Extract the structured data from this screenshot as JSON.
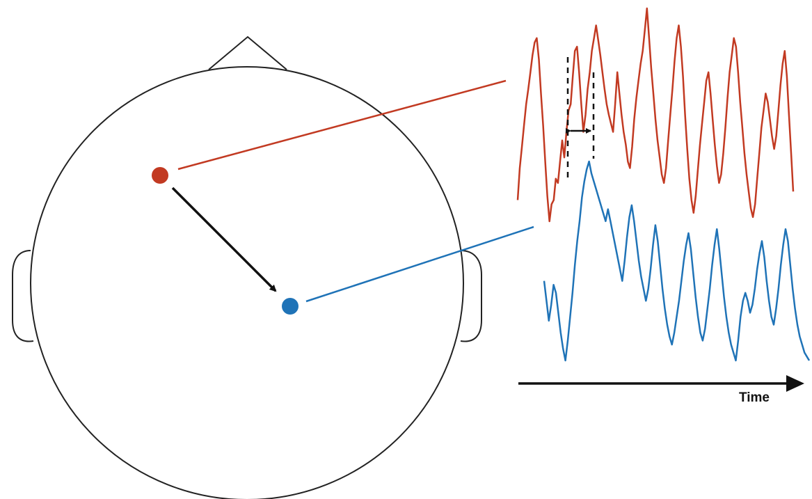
{
  "labels": {
    "time_axis": "Time"
  },
  "colors": {
    "outline": "#222222",
    "source_electrode": "#c23a22",
    "target_electrode": "#1f73b7",
    "arrow": "#111111",
    "background": "#ffffff"
  },
  "signals": {
    "red": [
      0.1,
      0.25,
      0.35,
      0.45,
      0.55,
      0.62,
      0.7,
      0.78,
      0.84,
      0.86,
      0.76,
      0.6,
      0.45,
      0.28,
      0.12,
      0.0,
      0.08,
      0.1,
      0.2,
      0.18,
      0.28,
      0.38,
      0.3,
      0.42,
      0.52,
      0.55,
      0.68,
      0.8,
      0.82,
      0.7,
      0.55,
      0.42,
      0.5,
      0.62,
      0.7,
      0.8,
      0.86,
      0.92,
      0.85,
      0.78,
      0.7,
      0.62,
      0.55,
      0.5,
      0.46,
      0.42,
      0.55,
      0.7,
      0.6,
      0.5,
      0.42,
      0.36,
      0.28,
      0.25,
      0.35,
      0.48,
      0.58,
      0.66,
      0.74,
      0.8,
      0.9,
      1.0,
      0.86,
      0.72,
      0.6,
      0.48,
      0.38,
      0.3,
      0.22,
      0.18,
      0.25,
      0.38,
      0.5,
      0.62,
      0.75,
      0.86,
      0.92,
      0.82,
      0.68,
      0.5,
      0.34,
      0.2,
      0.1,
      0.04,
      0.12,
      0.24,
      0.36,
      0.46,
      0.56,
      0.66,
      0.7,
      0.6,
      0.48,
      0.36,
      0.26,
      0.18,
      0.22,
      0.32,
      0.44,
      0.58,
      0.7,
      0.78,
      0.86,
      0.82,
      0.7,
      0.56,
      0.44,
      0.32,
      0.22,
      0.14,
      0.06,
      0.02,
      0.08,
      0.2,
      0.32,
      0.44,
      0.52,
      0.6,
      0.56,
      0.48,
      0.4,
      0.34,
      0.4,
      0.52,
      0.64,
      0.74,
      0.8,
      0.68,
      0.5,
      0.32,
      0.14
    ],
    "blue": [
      0.4,
      0.3,
      0.2,
      0.28,
      0.38,
      0.34,
      0.24,
      0.14,
      0.06,
      0.0,
      0.1,
      0.22,
      0.34,
      0.48,
      0.6,
      0.7,
      0.82,
      0.9,
      0.96,
      1.0,
      0.94,
      0.9,
      0.86,
      0.82,
      0.78,
      0.74,
      0.7,
      0.76,
      0.7,
      0.64,
      0.58,
      0.52,
      0.46,
      0.4,
      0.5,
      0.62,
      0.72,
      0.78,
      0.7,
      0.6,
      0.5,
      0.42,
      0.36,
      0.3,
      0.36,
      0.46,
      0.58,
      0.68,
      0.6,
      0.48,
      0.36,
      0.26,
      0.18,
      0.12,
      0.08,
      0.14,
      0.22,
      0.3,
      0.4,
      0.5,
      0.58,
      0.64,
      0.56,
      0.44,
      0.32,
      0.22,
      0.14,
      0.1,
      0.16,
      0.26,
      0.36,
      0.48,
      0.58,
      0.66,
      0.56,
      0.44,
      0.32,
      0.22,
      0.14,
      0.08,
      0.04,
      0.0,
      0.1,
      0.22,
      0.3,
      0.34,
      0.3,
      0.24,
      0.28,
      0.36,
      0.46,
      0.54,
      0.6,
      0.52,
      0.4,
      0.3,
      0.22,
      0.18,
      0.26,
      0.36,
      0.48,
      0.58,
      0.66,
      0.6,
      0.48,
      0.36,
      0.26,
      0.18,
      0.12,
      0.08,
      0.04,
      0.02,
      0.0
    ]
  }
}
